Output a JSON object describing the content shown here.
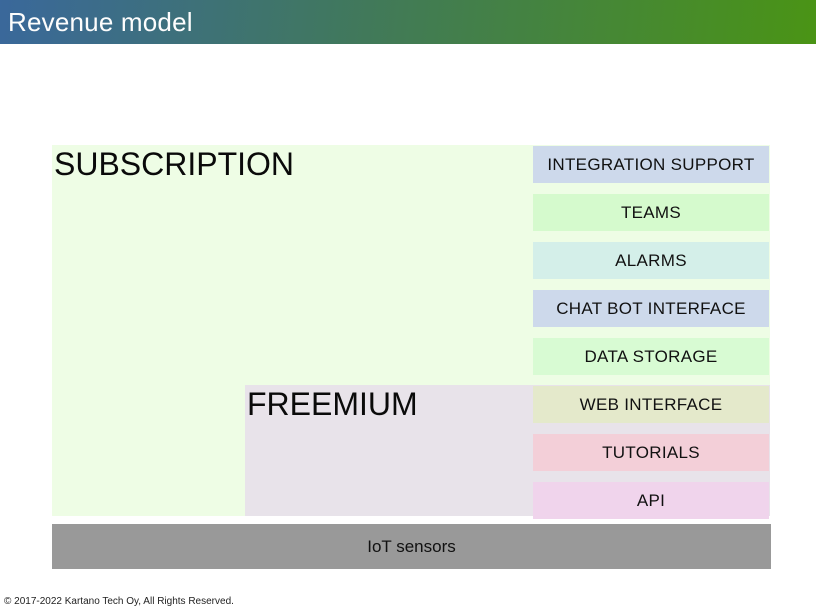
{
  "header": {
    "title": "Revenue model",
    "gradient_left_color": "#3a689b",
    "gradient_right_color": "#4a9415",
    "text_color": "#fdfdfd"
  },
  "diagram": {
    "tiers": {
      "subscription": {
        "label": "SUBSCRIPTION",
        "bg": "#eefde5"
      },
      "freemium": {
        "label": "FREEMIUM",
        "bg": "#e8e3ea"
      }
    },
    "features": [
      {
        "label": "INTEGRATION SUPPORT",
        "bg": "#cdd9eb"
      },
      {
        "label": "TEAMS",
        "bg": "#d5facd"
      },
      {
        "label": "ALARMS",
        "bg": "#d4efe9"
      },
      {
        "label": "CHAT BOT INTERFACE",
        "bg": "#cdd9eb"
      },
      {
        "label": "DATA STORAGE",
        "bg": "#d8fbd3"
      },
      {
        "label": "WEB INTERFACE",
        "bg": "#e4e9cb"
      },
      {
        "label": "TUTORIALS",
        "bg": "#f3cfd8"
      },
      {
        "label": "API",
        "bg": "#f0d4ec"
      }
    ],
    "base": {
      "label": "IoT sensors",
      "bg": "#999999"
    }
  },
  "footer": {
    "copyright": "© 2017-2022 Kartano Tech Oy, All Rights Reserved."
  }
}
